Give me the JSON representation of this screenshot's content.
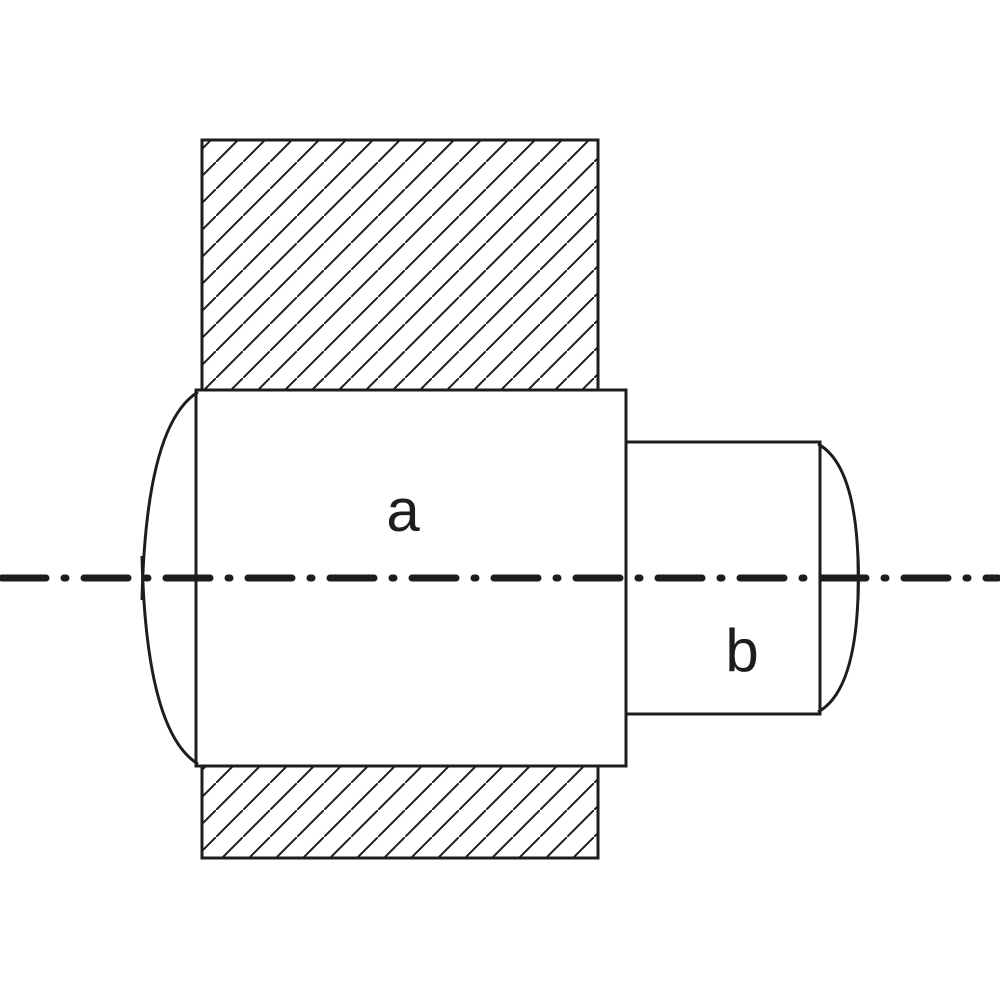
{
  "diagram": {
    "kind": "technical-section-drawing",
    "description": "Stepped cylindrical part shown in section through a hatched plate, with centerline",
    "labels": {
      "a": "a",
      "b": "b"
    },
    "colors": {
      "line": "#1d1d1b",
      "background": "#ffffff"
    },
    "line_styles": {
      "centerline": "dash-dot",
      "hatch": "diagonal-45"
    }
  }
}
